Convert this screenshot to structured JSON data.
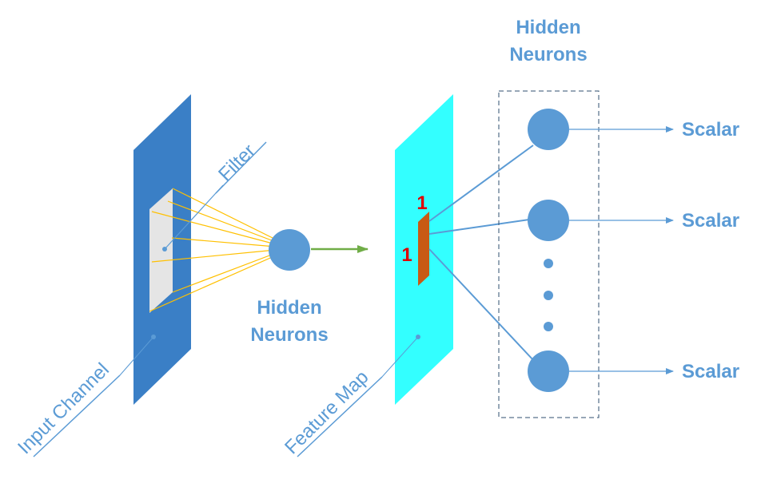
{
  "labels": {
    "filter": "Filter",
    "input_channel": "Input Channel",
    "feature_map": "Feature Map",
    "hidden_neurons_center_line1": "Hidden",
    "hidden_neurons_center_line2": "Neurons",
    "hidden_neurons_top_line1": "Hidden",
    "hidden_neurons_top_line2": "Neurons",
    "patch_width": "1",
    "patch_height": "1"
  },
  "outputs": [
    "Scalar",
    "Scalar",
    "Scalar"
  ],
  "colors": {
    "input_channel": "#3a7fc6",
    "filter_patch": "#e5e5e5",
    "feature_map": "#33ffff",
    "feature_patch": "#c85a14",
    "neuron": "#5b9bd5",
    "filter_lines": "#ffc000",
    "arrow_green": "#70ad47",
    "label_blue": "#5b9bd5",
    "label_red": "#e00000"
  },
  "icons": {
    "arrow_to_feature_map": "right-arrow-icon",
    "ellipsis": "vertical-dots-icon"
  }
}
